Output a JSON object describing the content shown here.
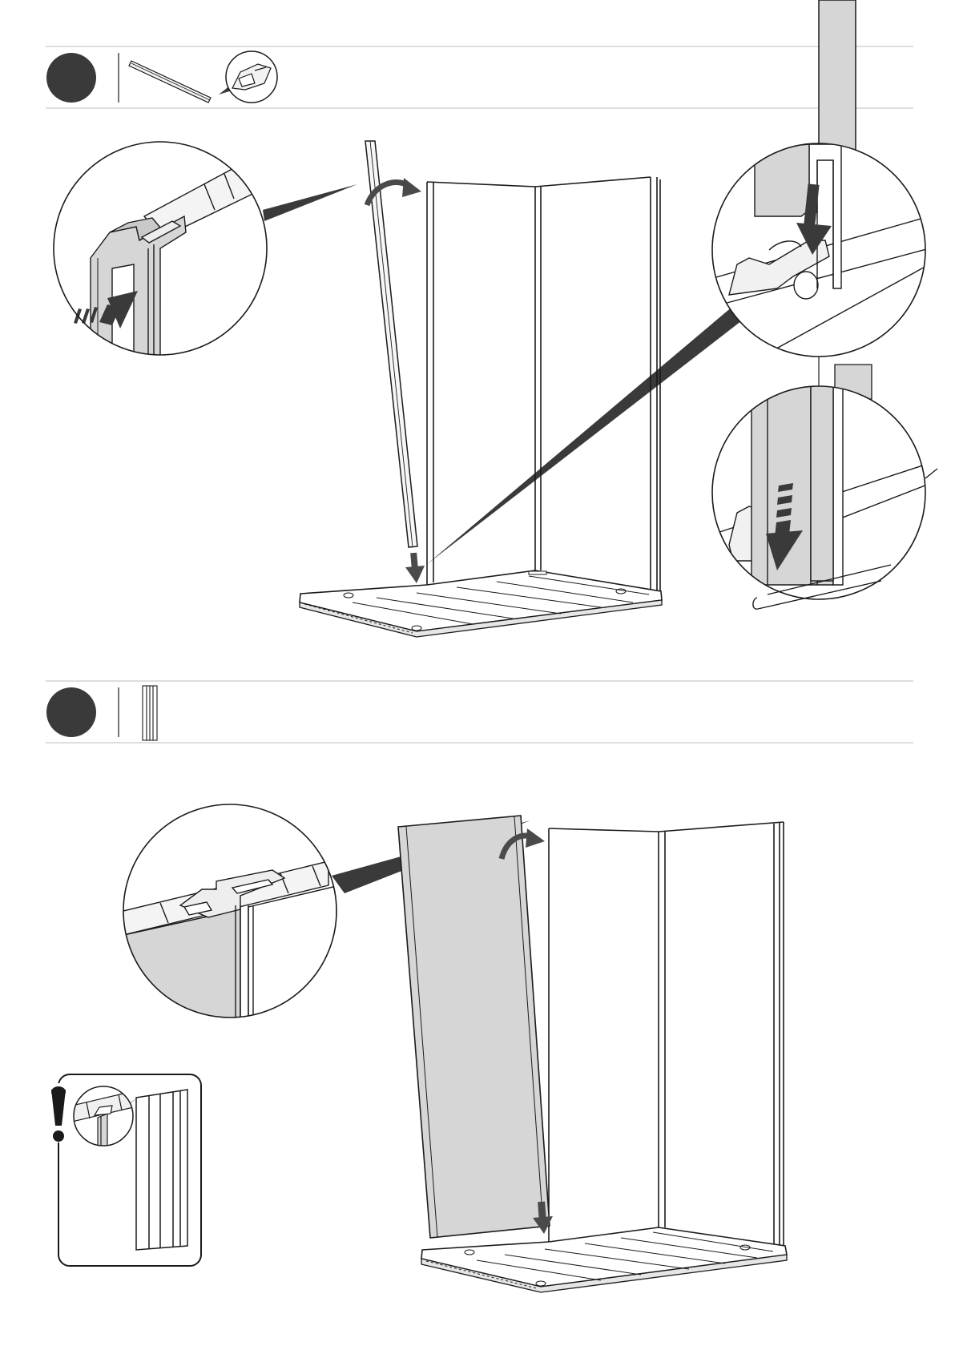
{
  "page": {
    "kind": "assembly-instructions",
    "text_content": "none"
  },
  "steps": [
    {
      "id": "step-a",
      "number": "",
      "part_icon": "long-connector-profile-icon",
      "detail_icon": "profile-cross-section-icon",
      "callouts": [
        "connector-slide-in-detail",
        "clip-engagement-detail",
        "connector-push-down-detail"
      ]
    },
    {
      "id": "step-b",
      "number": "",
      "part_icon": "wall-panel-icon",
      "callouts": [
        "panel-slot-detail",
        "panel-orientation-warning"
      ]
    }
  ],
  "colors": {
    "ink": "#1a1a1a",
    "badge": "#3a3a3a",
    "panel_fill": "#d6d6d6",
    "arrow": "#4a4a4a",
    "rule": "#bdbdbd",
    "paper": "#ffffff"
  }
}
